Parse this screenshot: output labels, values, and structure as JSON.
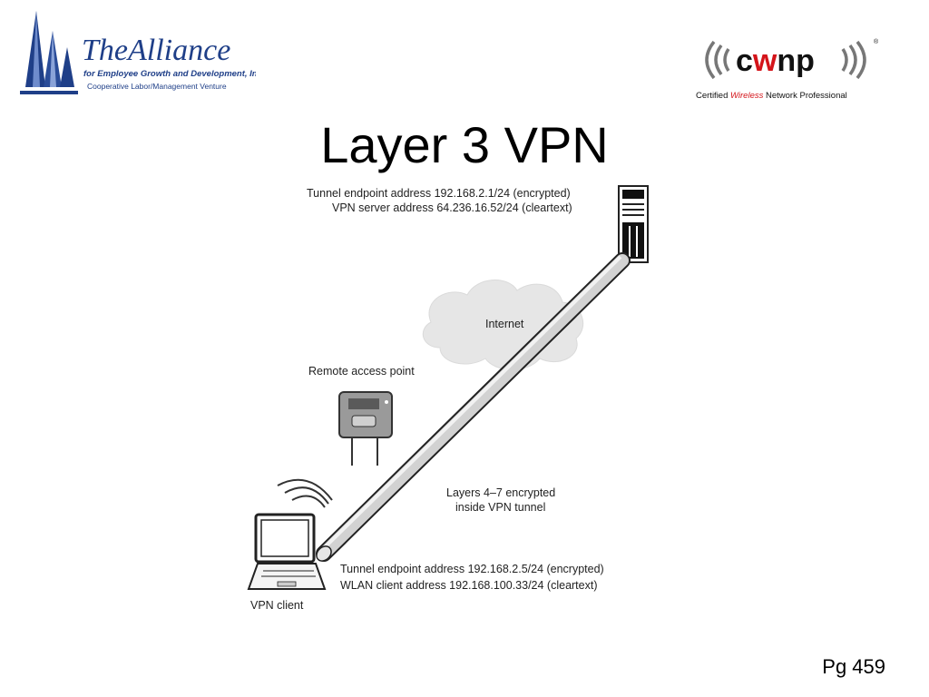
{
  "logos": {
    "alliance": {
      "name": "TheAlliance",
      "tagline": "for Employee Growth and Development, Inc.",
      "subtitle": "Cooperative Labor/Management Venture"
    },
    "cwnp": {
      "name": "cwnp",
      "tagline_prefix": "Certified ",
      "tagline_accent": "Wireless",
      "tagline_suffix": " Network Professional"
    }
  },
  "slide": {
    "title": "Layer 3 VPN",
    "page_number": "Pg 459"
  },
  "diagram": {
    "server_label_1": "Tunnel endpoint address 192.168.2.1/24 (encrypted)",
    "server_label_2": "VPN server address 64.236.16.52/24 (cleartext)",
    "internet_label": "Internet",
    "ap_label": "Remote access point",
    "tunnel_label_1": "Layers 4–7 encrypted",
    "tunnel_label_2": "inside VPN tunnel",
    "client_label_1": "Tunnel endpoint address 192.168.2.5/24 (encrypted)",
    "client_label_2": "WLAN client address 192.168.100.33/24 (cleartext)",
    "client_caption": "VPN client"
  },
  "colors": {
    "cwnp_accent": "#d4141a",
    "alliance_blue": "#1f3f88",
    "cloud": "#e6e6e6",
    "tunnel": "#cfcfcf"
  }
}
